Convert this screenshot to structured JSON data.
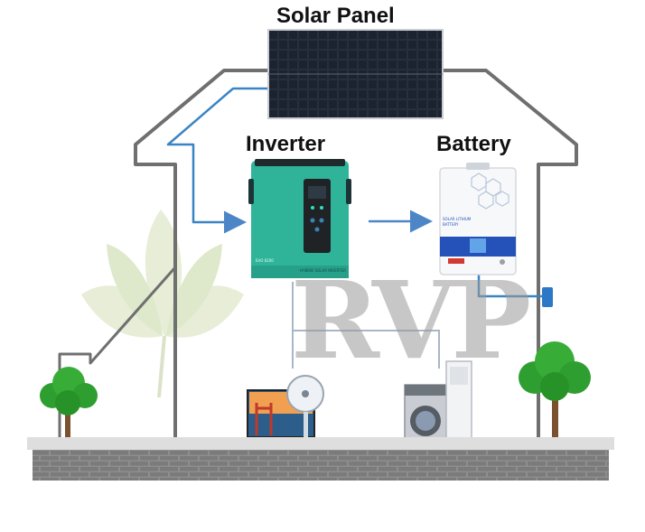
{
  "labels": {
    "solar_panel": "Solar Panel",
    "inverter": "Inverter",
    "battery": "Battery"
  },
  "watermark": "RVP",
  "inverter_device": {
    "brand": "EVO 6200",
    "subtitle": "HYBRID SOLAR INVERTER"
  },
  "battery_device": {
    "title_line1": "SOLAR LITHIUM",
    "title_line2": "BATTERY"
  },
  "colors": {
    "house_outline": "#6f6f6f",
    "wire_blue": "#3b84c4",
    "arrow_blue": "#4c86c6",
    "inverter_body": "#2fb49a",
    "inverter_panel": "#1f2326",
    "battery_stripe": "#2552b8",
    "ground_top": "#dedede",
    "ground_wall": "#8a8a8a",
    "tree_leaf": "#2f9e30",
    "leaf_watermark": "#dbe6c6"
  },
  "icons": [
    "tree-icon",
    "tv-icon",
    "fan-icon",
    "washing-machine-icon",
    "air-conditioner-icon",
    "leaf-watermark-icon"
  ]
}
